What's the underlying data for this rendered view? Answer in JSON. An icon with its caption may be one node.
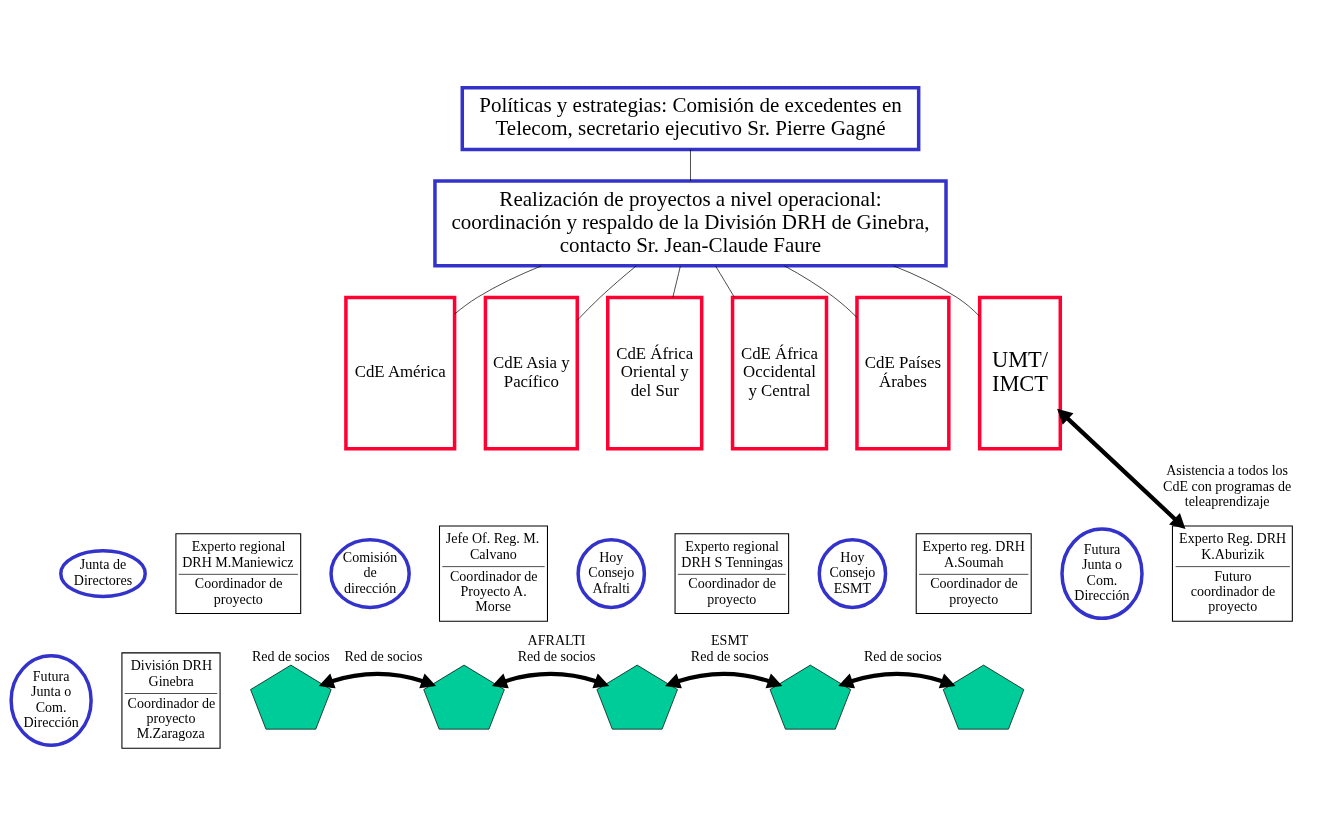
{
  "diagram": {
    "nodes": [
      {
        "text": [
          "Políticas y estrategias: Comisión de excedentes en Telecom, secretario ejecutivo Sr. Pierre Gagné"
        ]
      },
      {
        "text": [
          "Realización de proyectos a nivel operacional: coordinación y respaldo de la División DRH de Ginebra, contacto Sr. Jean-Claude Faure"
        ]
      },
      {
        "text": [
          "CdE América"
        ]
      },
      {
        "text": [
          "CdE Asia y Pacífico"
        ]
      },
      {
        "text": [
          "CdE África Oriental y del Sur"
        ]
      },
      {
        "text": [
          "CdE África Occidental y Central"
        ]
      },
      {
        "text": [
          "CdE Países Árabes"
        ]
      },
      {
        "text": [
          "UMT/ IMCT"
        ]
      },
      {
        "text": [
          "Junta de Directores"
        ]
      },
      {
        "text": [
          "Experto regional DRH M.Maniewicz",
          "Coordinador de proyecto"
        ]
      },
      {
        "text": [
          "Comisión de dirección"
        ]
      },
      {
        "text": [
          "Jefe Of. Reg. M. Calvano",
          "Coordinador de Proyecto A. Morse"
        ]
      },
      {
        "text": [
          "Hoy Consejo Afralti"
        ]
      },
      {
        "text": [
          "Experto regional DRH S Tenningas",
          "Coordinador de proyecto"
        ]
      },
      {
        "text": [
          "Hoy Consejo ESMT"
        ]
      },
      {
        "text": [
          "Experto reg. DRH A.Soumah",
          "Coordinador de proyecto"
        ]
      },
      {
        "text": [
          "Futura Junta o Com. Dirección"
        ]
      },
      {
        "text": [
          "Experto Reg. DRH K.Aburizik",
          "Futuro coordinador de proyecto"
        ]
      },
      {
        "text": [
          "Futura Junta o Com. Dirección"
        ]
      },
      {
        "text": [
          "División DRH Ginebra",
          "Coordinador de proyecto M.Zaragoza"
        ]
      },
      {
        "text": [],
        "shape": "picture",
        "beside": [
          "Red de socios"
        ]
      },
      {
        "text": [],
        "shape": "picture",
        "beside": [
          "Red de socios"
        ]
      },
      {
        "text": [],
        "shape": "picture",
        "beside": [
          "AFRALTI",
          "Red de socios"
        ]
      },
      {
        "text": [],
        "shape": "picture",
        "beside": [
          "ESMT",
          "Red de socios"
        ]
      },
      {
        "text": [],
        "shape": "picture",
        "beside": [
          "Red de socios"
        ]
      }
    ],
    "edges": [
      {
        "from": 0,
        "to": 1,
        "arrow": "none"
      },
      {
        "from": 1,
        "to": 2,
        "arrow": "none"
      },
      {
        "from": 1,
        "to": 3,
        "arrow": "none"
      },
      {
        "from": 1,
        "to": 4,
        "arrow": "none"
      },
      {
        "from": 1,
        "to": 5,
        "arrow": "none"
      },
      {
        "from": 1,
        "to": 6,
        "arrow": "none"
      },
      {
        "from": 1,
        "to": 7,
        "arrow": "none"
      },
      {
        "from": 17,
        "to": 7,
        "arrow": "both",
        "label": "Asistencia a todos los CdE con programas de teleaprendizaje",
        "style": "thick"
      },
      {
        "from": 20,
        "to": 21,
        "arrow": "both",
        "style": "thick"
      },
      {
        "from": 21,
        "to": 22,
        "arrow": "both",
        "style": "thick"
      },
      {
        "from": 22,
        "to": 23,
        "arrow": "both",
        "style": "thick"
      },
      {
        "from": 23,
        "to": 24,
        "arrow": "both",
        "style": "thick"
      }
    ]
  }
}
